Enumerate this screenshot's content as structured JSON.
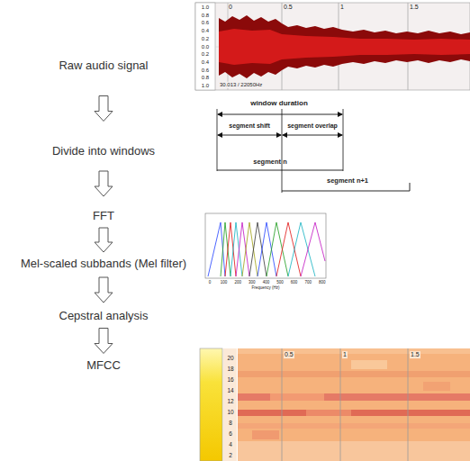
{
  "diagram": {
    "nodes": [
      {
        "text": [
          "Raw audio signal"
        ]
      },
      {
        "text": [
          "Divide into windows"
        ]
      },
      {
        "text": [
          "FFT"
        ]
      },
      {
        "text": [
          "Mel-scaled subbands (Mel filter)"
        ]
      },
      {
        "text": [
          "Cepstral analysis"
        ]
      },
      {
        "text": [
          "MFCC"
        ]
      }
    ],
    "edges": [
      {
        "from": 0,
        "to": 1,
        "arrow": "to"
      },
      {
        "from": 1,
        "to": 2,
        "arrow": "to"
      },
      {
        "from": 2,
        "to": 3,
        "arrow": "to"
      },
      {
        "from": 3,
        "to": 4,
        "arrow": "to"
      },
      {
        "from": 4,
        "to": 5,
        "arrow": "to"
      }
    ],
    "labels": [
      "1.0",
      "0.8",
      "0.6",
      "0.4",
      "0.2",
      "0.0",
      "0.2",
      "0.4",
      "0.6",
      "0.8",
      "1.0",
      "0",
      "0.5",
      "1",
      "1.5",
      "30.013 / 22050Hz",
      "window duration",
      "segment shift",
      "segment overlap",
      "segment n",
      "segment n+1",
      "0",
      "100",
      "200",
      "300",
      "400",
      "500",
      "600",
      "700",
      "800",
      "Frequency (Hz)",
      "20",
      "18",
      "16",
      "14",
      "12",
      "10",
      "8",
      "6",
      "4",
      "2",
      "0.5",
      "1",
      "1.5"
    ]
  }
}
